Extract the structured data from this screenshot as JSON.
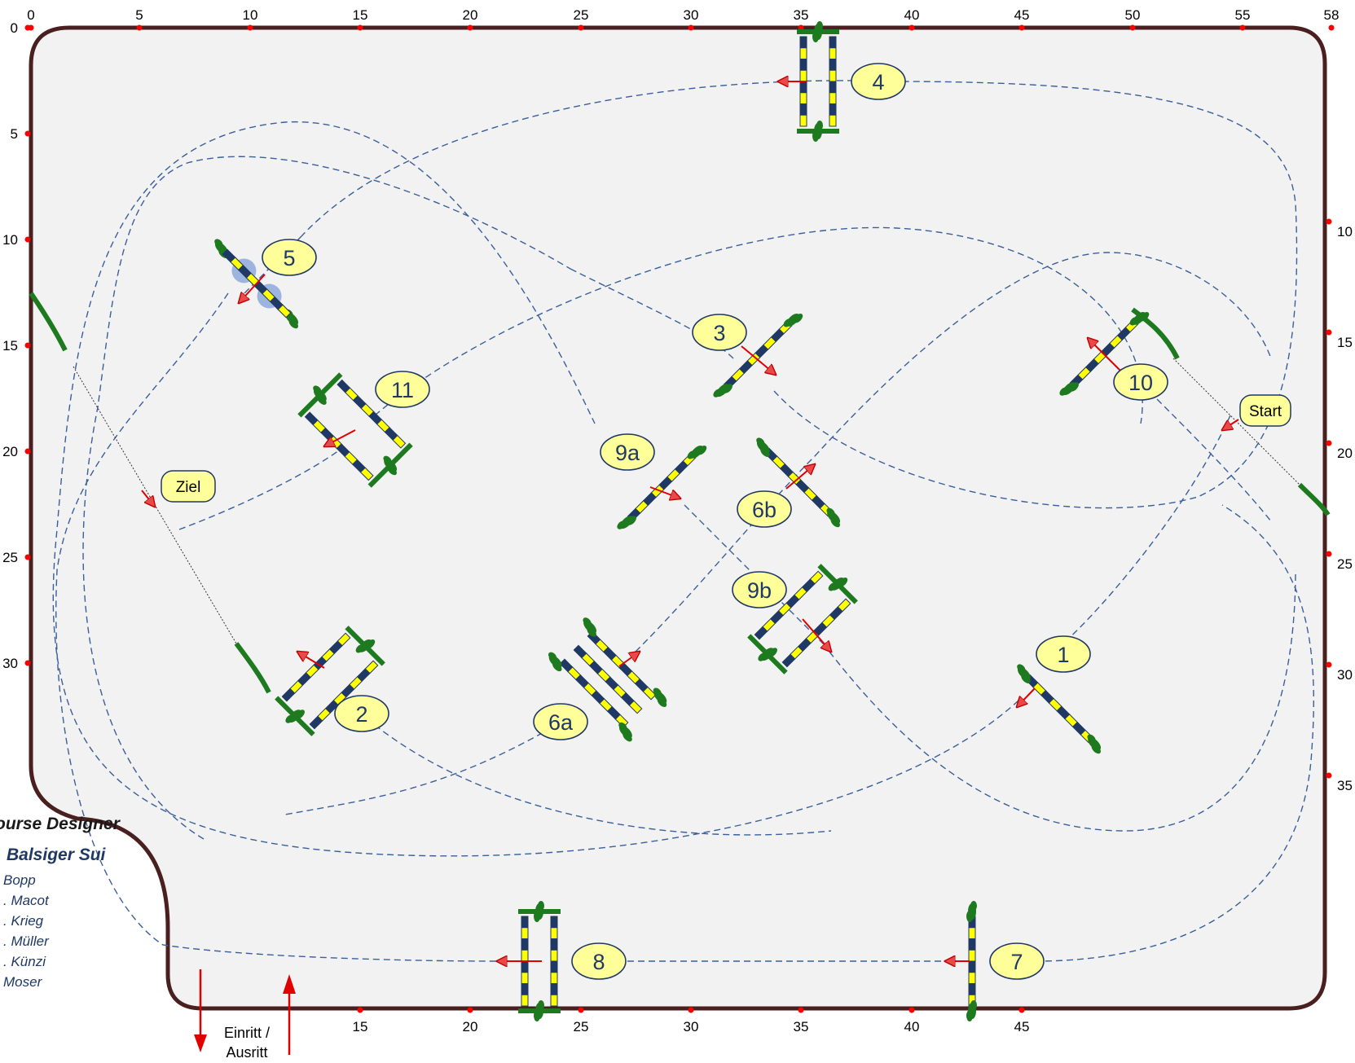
{
  "arena": {
    "top_axis_ticks": [
      "0",
      "5",
      "10",
      "15",
      "20",
      "25",
      "30",
      "35",
      "40",
      "45",
      "50",
      "55",
      "58"
    ],
    "left_axis_ticks": [
      "0",
      "5",
      "10",
      "15",
      "20",
      "25",
      "30"
    ],
    "right_axis_ticks": [
      "10",
      "15",
      "20",
      "25",
      "30",
      "35"
    ],
    "bottom_axis_ticks": [
      "15",
      "20",
      "25",
      "30",
      "35",
      "40",
      "45"
    ],
    "colors": {
      "arena_fill": "#f2f2f2",
      "arena_border": "#4a1f1f",
      "path": "#3a5f9a",
      "pole_dark": "#1f3864",
      "pole_light": "#ffff00",
      "greenery": "#1e7a1e",
      "arrow": "#e00000",
      "label_fill": "#ffff99",
      "label_stroke": "#1f3864",
      "tick": "#ff0000"
    }
  },
  "obstacles": [
    {
      "label": "1",
      "type": "vertical"
    },
    {
      "label": "2",
      "type": "oxer"
    },
    {
      "label": "3",
      "type": "vertical"
    },
    {
      "label": "4",
      "type": "oxer"
    },
    {
      "label": "5",
      "type": "vertical-with-balls"
    },
    {
      "label": "6a",
      "type": "triple-bar"
    },
    {
      "label": "6b",
      "type": "vertical"
    },
    {
      "label": "7",
      "type": "vertical"
    },
    {
      "label": "8",
      "type": "oxer"
    },
    {
      "label": "9a",
      "type": "vertical"
    },
    {
      "label": "9b",
      "type": "oxer"
    },
    {
      "label": "10",
      "type": "vertical"
    },
    {
      "label": "11",
      "type": "oxer"
    }
  ],
  "tags": {
    "start": "Start",
    "finish": "Ziel"
  },
  "credits": {
    "title": "ourse Designer",
    "designer": "Balsiger  Sui",
    "assistants": [
      "Bopp",
      ". Macot",
      ". Krieg",
      ". Müller",
      ". Künzi",
      "Moser"
    ]
  },
  "entry": {
    "line1": "Einritt /",
    "line2": "Ausritt"
  }
}
